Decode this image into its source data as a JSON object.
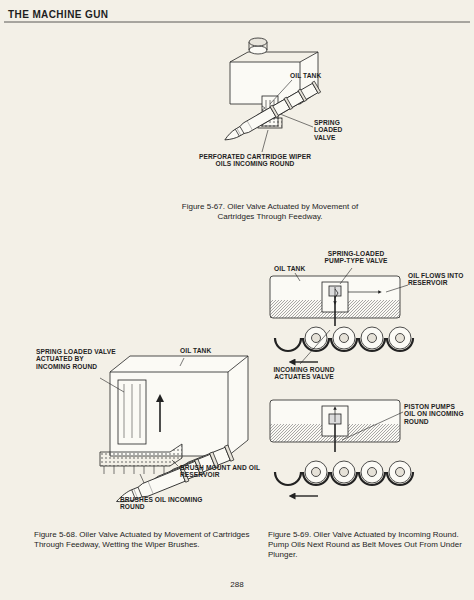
{
  "diagram": {
    "title": "THE MACHINE GUN",
    "labels": [
      "OIL TANK",
      "SPRING LOADED VALVE",
      "PERFORATED CARTRIDGE WIPER OILS INCOMING ROUND",
      "Figure 5-67. Oiler Valve Actuated by Movement of Cartridges Through Feedway.",
      "SPRING-LOADED PUMP-TYPE VALVE",
      "OIL TANK",
      "OIL FLOWS INTO RESERVOIR",
      "INCOMING ROUND ACTUATES VALVE",
      "PISTON PUMPS OIL ON INCOMING ROUND",
      "SPRING LOADED VALVE ACTUATED BY INCOMING ROUND",
      "OIL TANK",
      "BRUSH MOUNT AND OIL RESERVOIR",
      "BRUSHES OIL INCOMING ROUND",
      "Figure 5-68. Oiler Valve Actuated by Movement of Cartridges Through Feedway, Wetting the Wiper Brushes.",
      "Figure 5-69. Oiler Valve Actuated by Incoming Round. Pump Oils Next Round as Belt Moves Out From Under Plunger.",
      "288"
    ]
  }
}
